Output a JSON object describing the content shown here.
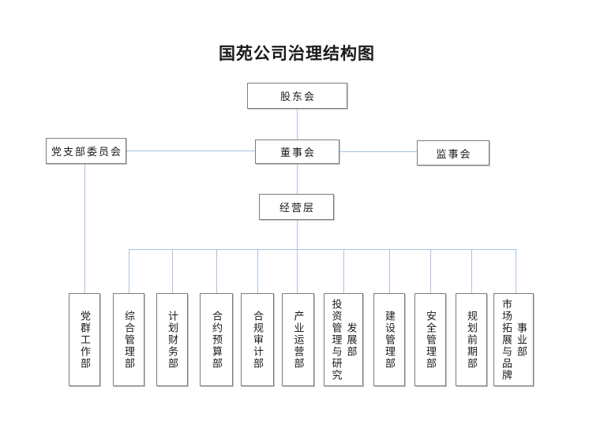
{
  "title": "国苑公司治理结构图",
  "colors": {
    "background": "#ffffff",
    "connector": "#a8c3e2",
    "box_border": "#7d7d7d",
    "text": "#1a1a1a"
  },
  "nodes": {
    "shareholders": {
      "label": "股东会"
    },
    "party_branch": {
      "label": "党支部委员会"
    },
    "board": {
      "label": "董事会"
    },
    "supervisory": {
      "label": "监事会"
    },
    "management": {
      "label": "经营层"
    }
  },
  "departments": [
    {
      "label": "党群工作部",
      "lines": [
        "党群工作部"
      ]
    },
    {
      "label": "综合管理部",
      "lines": [
        "综合管理部"
      ]
    },
    {
      "label": "计划财务部",
      "lines": [
        "计划财务部"
      ]
    },
    {
      "label": "合约预算部",
      "lines": [
        "合约预算部"
      ]
    },
    {
      "label": "合规审计部",
      "lines": [
        "合规审计部"
      ]
    },
    {
      "label": "产业运营部",
      "lines": [
        "产业运营部"
      ]
    },
    {
      "label": "投资管理与研究发展部",
      "lines": [
        "投资管理与研究",
        "发展部"
      ]
    },
    {
      "label": "建设管理部",
      "lines": [
        "建设管理部"
      ]
    },
    {
      "label": "安全管理部",
      "lines": [
        "安全管理部"
      ]
    },
    {
      "label": "规划前期部",
      "lines": [
        "规划前期部"
      ]
    },
    {
      "label": "市场拓展与品牌事业部",
      "lines": [
        "市场拓展与品牌",
        "事业部"
      ]
    }
  ]
}
